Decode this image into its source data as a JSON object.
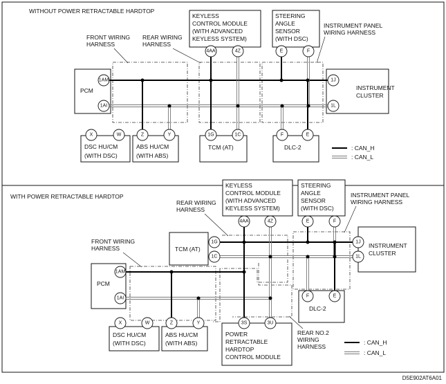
{
  "top": {
    "title": "WITHOUT POWER RETRACTABLE HARDTOP",
    "harness": {
      "front": [
        "FRONT WIRING",
        "HARNESS"
      ],
      "rear": [
        "REAR WIRING",
        "HARNESS"
      ],
      "instrument": [
        "INSTRUMENT PANEL",
        "WIRING HARNESS"
      ]
    },
    "modules": {
      "keyless": [
        "KEYLESS",
        "CONTROL MODULE",
        "(WITH ADVANCED",
        "KEYLESS SYSTEM)"
      ],
      "steering": [
        "STEERING",
        "ANGLE",
        "SENSOR",
        "(WITH DSC)"
      ],
      "pcm": "PCM",
      "cluster": [
        "INSTRUMENT",
        "CLUSTER"
      ],
      "dsc": [
        "DSC HU/CM",
        "(WITH DSC)"
      ],
      "abs": [
        "ABS HU/CM",
        "(WITH ABS)"
      ],
      "tcm": "TCM (AT)",
      "dlc": "DLC-2"
    },
    "pins": {
      "keyless_h": "4AA",
      "keyless_l": "4Z",
      "steer_h": "E",
      "steer_l": "F",
      "pcm_h": "1AM",
      "pcm_l": "1AI",
      "cluster_h": "1J",
      "cluster_l": "1L",
      "dsc_1": "X",
      "dsc_2": "W",
      "abs_h": "Z",
      "abs_l": "Y",
      "tcm_h": "1G",
      "tcm_l": "1C",
      "dlc_l": "F",
      "dlc_h": "E"
    },
    "legend": {
      "h": ": CAN_H",
      "l": ": CAN_L"
    }
  },
  "bottom": {
    "title": "WITH POWER RETRACTABLE HARDTOP",
    "harness": {
      "front": [
        "FRONT WIRING",
        "HARNESS"
      ],
      "rear": [
        "REAR WIRING",
        "HARNESS"
      ],
      "instrument": [
        "INSTRUMENT PANEL",
        "WIRING HARNESS"
      ],
      "rear2": [
        "REAR NO.2",
        "WIRING",
        "HARNESS"
      ]
    },
    "modules": {
      "keyless": [
        "KEYLESS",
        "CONTROL MODULE",
        "(WITH ADVANCED",
        "KEYLESS SYSTEM)"
      ],
      "steering": [
        "STEERING",
        "ANGLE",
        "SENSOR",
        "(WITH DSC)"
      ],
      "tcm": "TCM (AT)",
      "cluster": [
        "INSTRUMENT",
        "CLUSTER"
      ],
      "pcm": "PCM",
      "dlc": "DLC-2",
      "dsc": [
        "DSC HU/CM",
        "(WITH DSC)"
      ],
      "abs": [
        "ABS HU/CM",
        "(WITH ABS)"
      ],
      "prht": [
        "POWER",
        "RETRACTABLE",
        "HARDTOP",
        "CONTROL MODULE"
      ]
    },
    "pins": {
      "keyless_h": "4AA",
      "keyless_l": "4Z",
      "steer_h": "E",
      "steer_l": "F",
      "tcm_h": "1G",
      "tcm_l": "1C",
      "cluster_h": "1J",
      "cluster_l": "1L",
      "pcm_h": "1AM",
      "pcm_l": "1AI",
      "dlc_l": "F",
      "dlc_h": "E",
      "dsc_1": "X",
      "dsc_2": "W",
      "abs_h": "Z",
      "abs_l": "Y",
      "prht_h": "3S",
      "prht_l": "3U"
    },
    "legend": {
      "h": ": CAN_H",
      "l": ": CAN_L"
    }
  },
  "figure_code": "D5E902AT6A01"
}
